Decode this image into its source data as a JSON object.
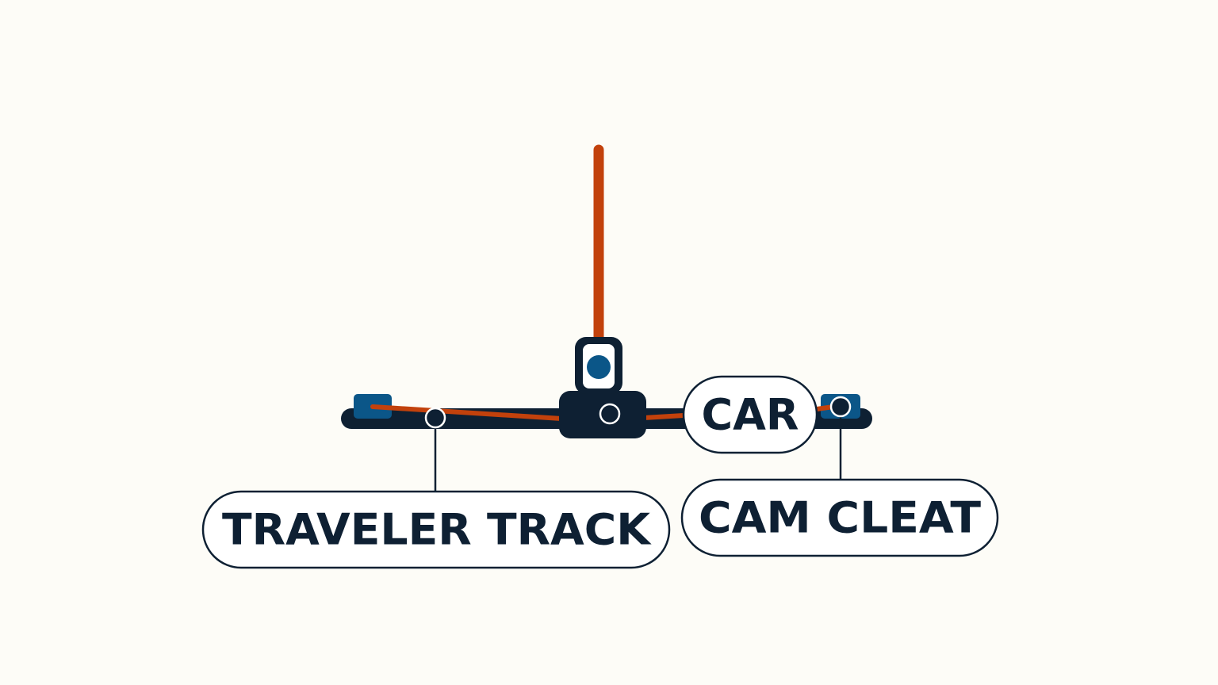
{
  "colors": {
    "background": "#fdfcf7",
    "navy": "#0e2033",
    "rope": "#c2410c",
    "blue": "#0b5688",
    "label_fill": "#ffffff"
  },
  "labels": {
    "traveler_track": "TRAVELER TRACK",
    "car": "CAR",
    "cam_cleat": "CAM CLEAT"
  }
}
